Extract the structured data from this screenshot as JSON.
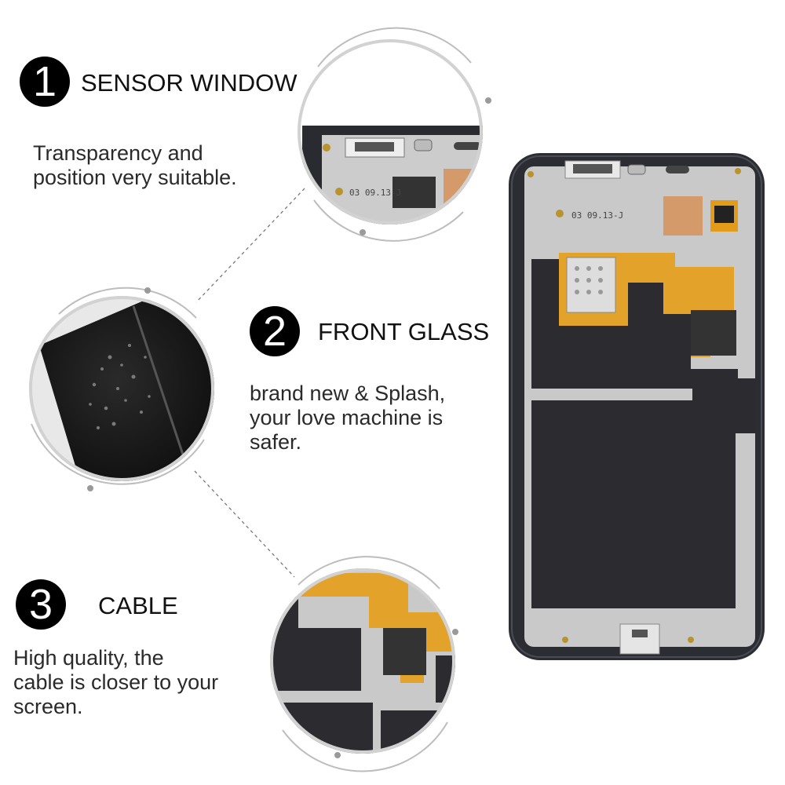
{
  "features": [
    {
      "number": "1",
      "title": "SENSOR WINDOW",
      "lines": [
        "Transparency and",
        "position very suitable."
      ]
    },
    {
      "number": "2",
      "title": "FRONT GLASS",
      "lines": [
        "brand  new & Splash,",
        "your love machine is",
        "safer."
      ]
    },
    {
      "number": "3",
      "title": "CABLE",
      "lines": [
        "High quality, the",
        "cable is closer to your",
        "screen."
      ]
    }
  ],
  "pcb_marking": "03 09.13-J"
}
